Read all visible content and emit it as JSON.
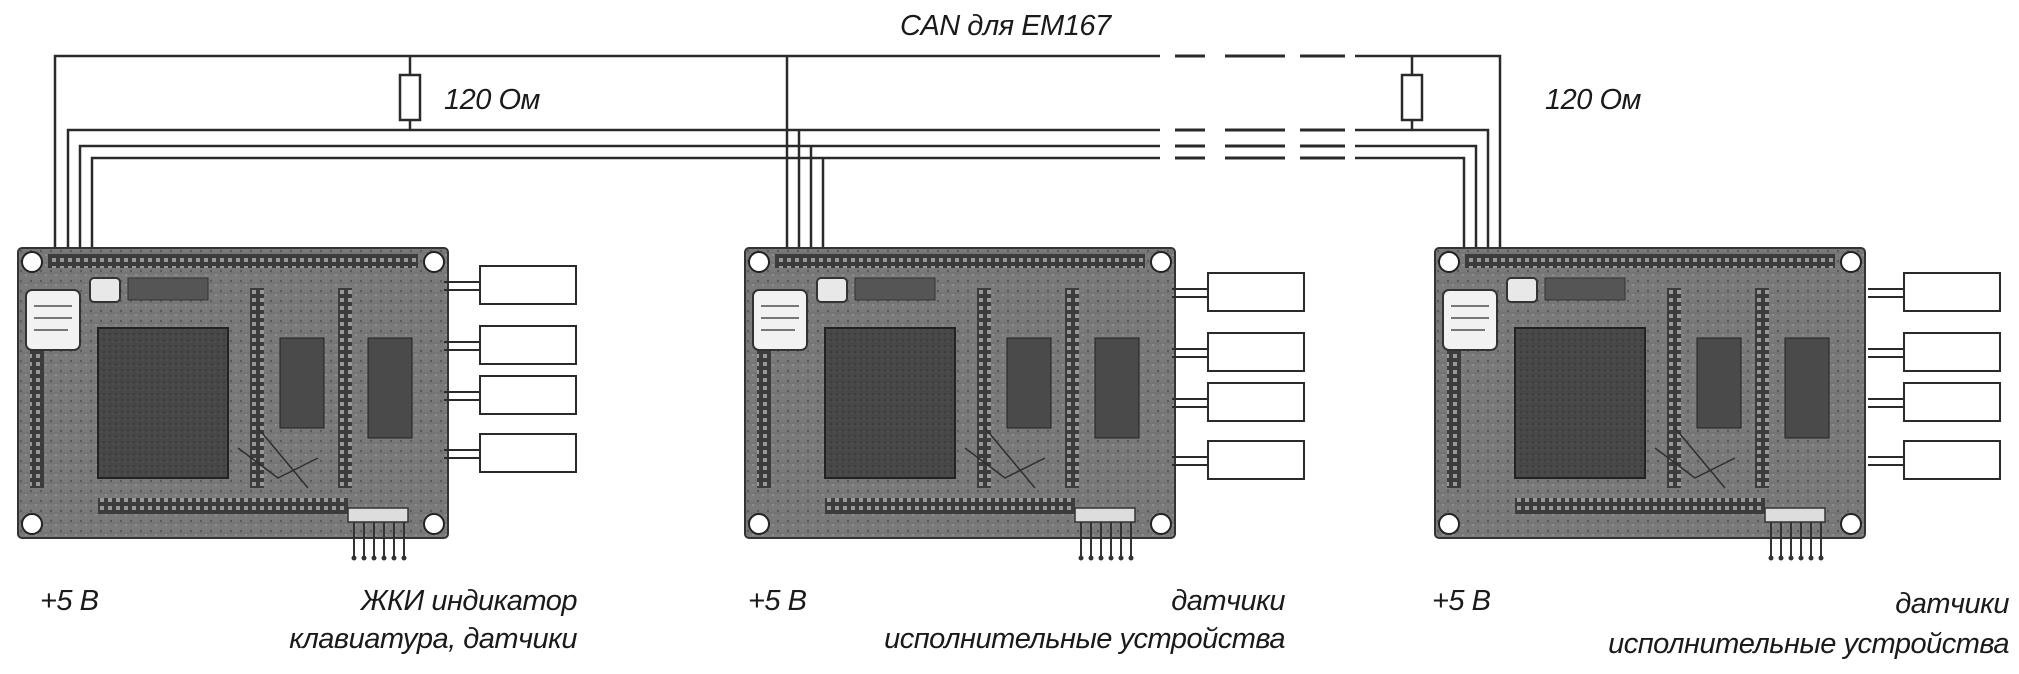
{
  "bus": {
    "title": "CAN для EM167",
    "terminator_left": "120 Ом",
    "terminator_right": "120 Ом"
  },
  "nodes": [
    {
      "power": "+5 В",
      "io_line1": "ЖКИ индикатор",
      "io_line2": "клавиатура, датчики"
    },
    {
      "power": "+5 В",
      "io_line1": "датчики",
      "io_line2": "исполнительные устройства"
    },
    {
      "power": "+5 В",
      "io_line1": "датчики",
      "io_line2": "исполнительные устройства"
    }
  ],
  "colors": {
    "line": "#2a2a2a",
    "board": "#6e6e6e",
    "board_dark": "#3a3a3a",
    "chip": "#454545"
  }
}
